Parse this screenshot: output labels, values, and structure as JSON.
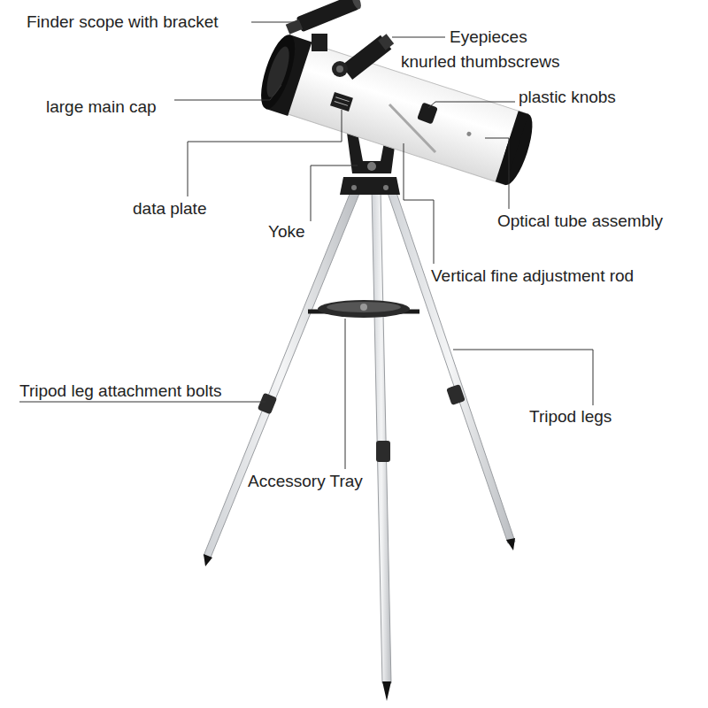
{
  "diagram": {
    "labels": [
      "Finder scope with bracket",
      "Eyepieces",
      "knurled thumbscrews",
      "plastic knobs",
      "large main cap",
      "data plate",
      "Yoke",
      "Optical tube assembly",
      "Vertical fine adjustment rod",
      "Tripod leg attachment bolts",
      "Tripod legs",
      "Accessory Tray"
    ]
  }
}
